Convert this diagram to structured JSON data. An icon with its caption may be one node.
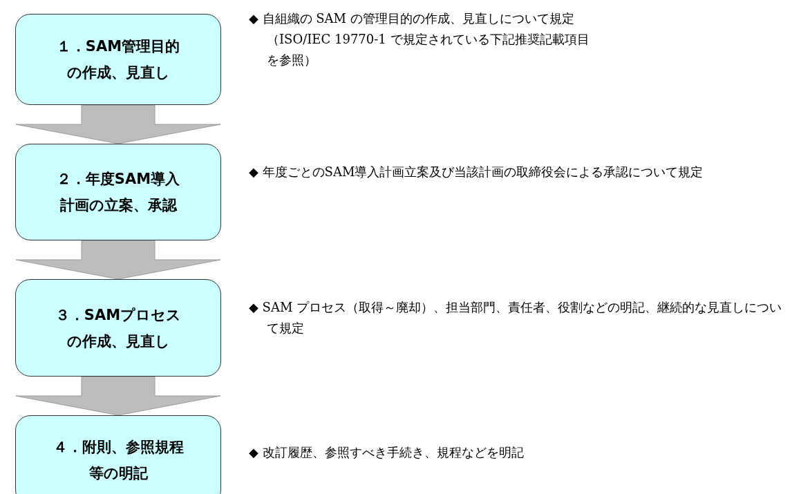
{
  "diagram": {
    "nodes": [
      {
        "text": [
          "１．SAM管理目的の作成、見直し"
        ],
        "beside": [
          "◆ 自組織の SAM の管理目的の作成、見直しについて規定（ISO/IEC 19770-1 で規定されている下記推奨記載項目を参照）"
        ]
      },
      {
        "text": [
          "２．年度SAM導入計画の立案、承認"
        ],
        "beside": [
          "◆ 年度ごとのSAM導入計画立案及び当該計画の取締役会による承認について規定"
        ]
      },
      {
        "text": [
          "３．SAMプロセスの作成、見直し"
        ],
        "beside": [
          "◆ SAM プロセス（取得～廃却）、担当部門、責任者、役割などの明記、継続的な見直しについて規定"
        ]
      },
      {
        "text": [
          "４．附則、参照規程等の明記"
        ],
        "beside": [
          "◆ 改訂履歴、参照すべき手続き、規程などを明記"
        ]
      }
    ],
    "edges": [
      {
        "from": 0,
        "to": 1,
        "arrow": "to"
      },
      {
        "from": 1,
        "to": 2,
        "arrow": "to"
      },
      {
        "from": 2,
        "to": 3,
        "arrow": "to"
      }
    ]
  }
}
